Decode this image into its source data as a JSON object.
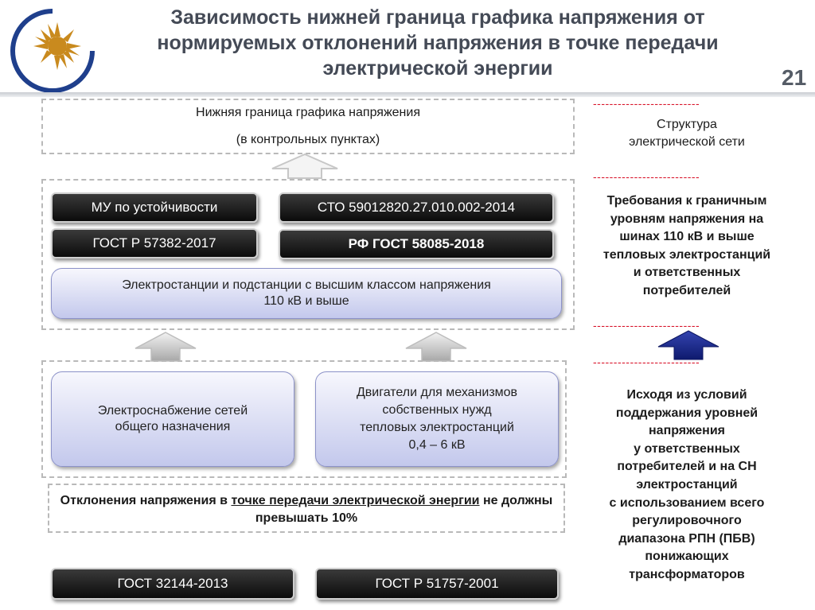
{
  "header": {
    "title": "Зависимость нижней граница графика напряжения от\nнормируемых отклонений напряжения в точке передачи\nэлектрической энергии",
    "slide_number": "21"
  },
  "top_box": {
    "line1": "Нижняя граница графика напряжения",
    "line2": "(в контрольных пунктах)"
  },
  "middle": {
    "badges": {
      "mu": "МУ по устойчивости",
      "sto": "СТО 59012820.27.010.002-2014",
      "gost_57382": "ГОСТ Р 57382-2017",
      "rf_gost": "РФ ГОСТ 58085-2018"
    },
    "stations": "Электростанции и подстанции с высшим классом напряжения\n110 кВ и выше"
  },
  "lower": {
    "supply": "Электроснабжение сетей\nобщего назначения",
    "motors": "Двигатели для механизмов\nсобственных нужд\nтепловых электростанций\n0,4 – 6 кВ",
    "deviation_prefix": "Отклонения напряжения в ",
    "deviation_link": "точке передачи электрической энергии",
    "deviation_suffix": " не должны превышать 10%"
  },
  "bottom_badges": {
    "gost_32144": "ГОСТ 32144-2013",
    "gost_51757": "ГОСТ Р 51757-2001"
  },
  "right": {
    "separator": "--------------------------",
    "structure": "Структура\nэлектрической сети",
    "requirements": "Требования к граничным\nуровням напряжения на\nшинах 110 кВ и выше\nтепловых электростанций\nи ответственных\nпотребителей",
    "conditions": "Исходя из условий\nподдержания уровней\nнапряжения\nу ответственных\nпотребителей и на СН\nэлектростанций\nс использованием всего\nрегулировочного\nдиапазона РПН (ПБВ)\nпонижающих\nтрансформаторов"
  },
  "colors": {
    "title": "#444a56",
    "accent_red": "#d8152b",
    "arrow_blue": "#1d2a8c",
    "dark_badge": "#111111",
    "lilac": "#c3c8ec"
  },
  "icons": [
    "sun-logo-icon",
    "arrow-up-icon"
  ]
}
